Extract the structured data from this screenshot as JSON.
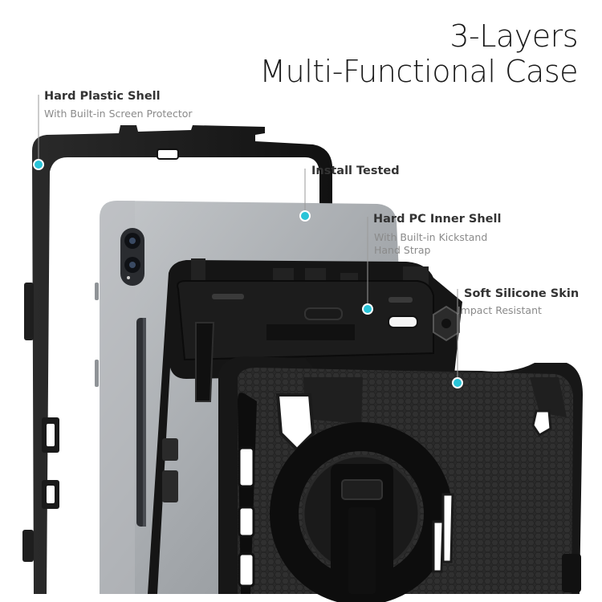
{
  "title": {
    "line1": "3-Layers",
    "line2": "Multi-Functional Case"
  },
  "callouts": {
    "hard_plastic_shell": {
      "label": "Hard Plastic Shell",
      "sub": "With Built-in Screen Protector"
    },
    "install_tested": {
      "label": "Install Tested"
    },
    "hard_pc_inner_shell": {
      "label": "Hard PC Inner Shell",
      "sub1": "With Built-in Kickstand",
      "sub2": "Hand Strap"
    },
    "soft_silicone_skin": {
      "label": "Soft Silicone Skin",
      "sub": "Impact Resistant"
    }
  },
  "colors": {
    "marker": "#29c4d8",
    "case_black": "#1b1b1b",
    "tablet_gray": "#9ea2a6"
  },
  "icons": [
    "camera-lens-icon",
    "callout-dot-icon"
  ]
}
